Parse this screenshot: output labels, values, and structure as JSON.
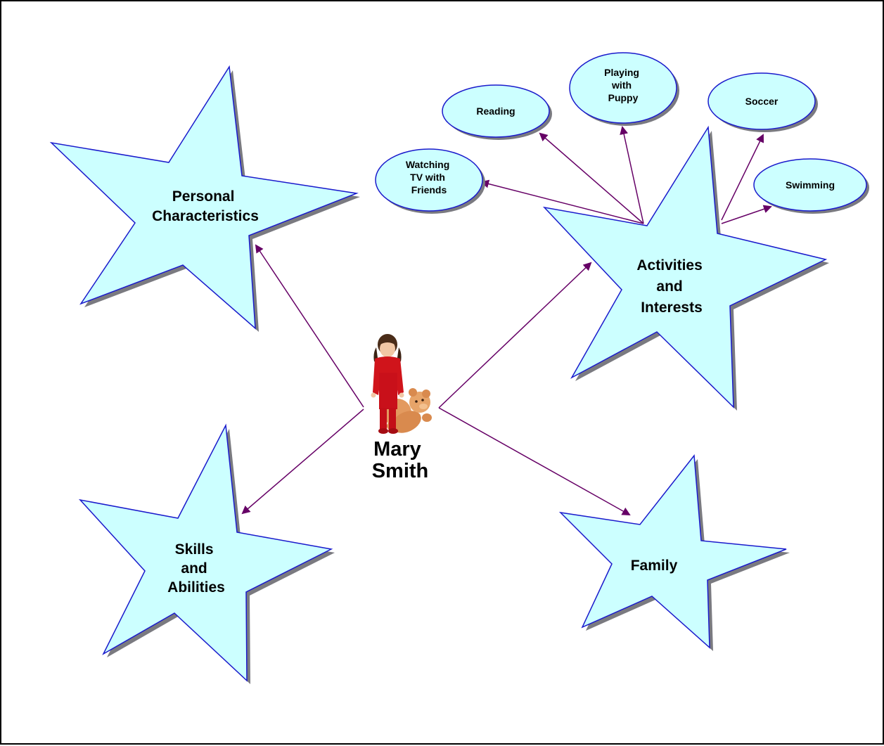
{
  "colors": {
    "star_fill": "#ccffff",
    "star_stroke": "#1a1acc",
    "shadow": "#7a7a80",
    "connector": "#660066",
    "border": "#000000"
  },
  "center": {
    "name_line1": "Mary",
    "name_line2": "Smith",
    "image": "girl-with-teddy-bear"
  },
  "stars": {
    "personal": {
      "lines": [
        "Personal",
        "Characteristics"
      ]
    },
    "activities": {
      "lines": [
        "Activities",
        "and",
        "Interests"
      ]
    },
    "skills": {
      "lines": [
        "Skills",
        "and",
        "Abilities"
      ]
    },
    "family": {
      "lines": [
        "Family"
      ]
    }
  },
  "bubbles": {
    "watching": {
      "lines": [
        "Watching",
        "TV with",
        "Friends"
      ]
    },
    "reading": {
      "lines": [
        "Reading"
      ]
    },
    "puppy": {
      "lines": [
        "Playing",
        "with",
        "Puppy"
      ]
    },
    "soccer": {
      "lines": [
        "Soccer"
      ]
    },
    "swimming": {
      "lines": [
        "Swimming"
      ]
    }
  }
}
